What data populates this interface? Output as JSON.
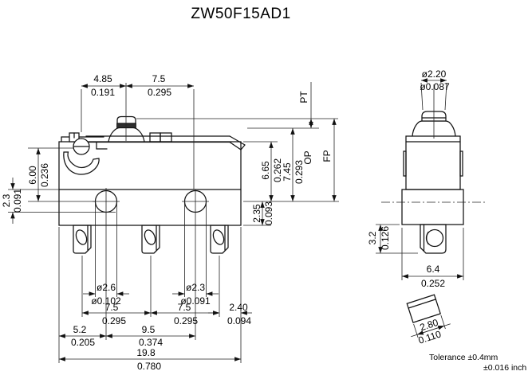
{
  "title": "ZW50F15AD1",
  "front_view": {
    "top": {
      "pivot_to_plunger": {
        "mm": "4.85",
        "inch": "0.191"
      },
      "plunger_to_hole": {
        "mm": "7.5",
        "inch": "0.295"
      }
    },
    "left": {
      "hinge_to_datum": {
        "mm": "6.00",
        "inch": "0.236"
      },
      "step_to_hole": {
        "mm": "2.3",
        "inch": "0.091"
      }
    },
    "right": {
      "body_top_to_datum": {
        "mm": "6.65",
        "inch": "0.262"
      },
      "operating_position": {
        "mm": "7.45",
        "inch": "0.293",
        "label": "OP"
      },
      "datum_to_bottom": {
        "mm": "2.35",
        "inch": "0.093"
      },
      "pretravel_label": "PT",
      "free_position_label": "FP"
    },
    "bottom": {
      "hole1_dia": {
        "mm": "ø2.6",
        "inch": "ø0.102"
      },
      "hole2_dia": {
        "mm": "ø2.3",
        "inch": "ø0.091"
      },
      "terminal_pitch_1": {
        "mm": "7.5",
        "inch": "0.295"
      },
      "terminal_pitch_2": {
        "mm": "7.5",
        "inch": "0.295"
      },
      "terminal_to_edge": {
        "mm": "2.40",
        "inch": "0.094"
      },
      "edge_to_hole1": {
        "mm": "5.2",
        "inch": "0.205"
      },
      "hole_to_hole": {
        "mm": "9.5",
        "inch": "0.374"
      },
      "overall_width": {
        "mm": "19.8",
        "inch": "0.780"
      }
    }
  },
  "side_view": {
    "plunger_dia": {
      "mm": "ø2.20",
      "inch": "ø0.087"
    },
    "terminal_length": {
      "mm": "3.2",
      "inch": "0.126"
    },
    "body_depth": {
      "mm": "6.4",
      "inch": "0.252"
    },
    "terminal_width": {
      "mm": "2.80",
      "inch": "0.110"
    }
  },
  "notes": {
    "tolerance_mm": "Tolerance ±0.4mm",
    "tolerance_inch": "±0.016 inch"
  }
}
